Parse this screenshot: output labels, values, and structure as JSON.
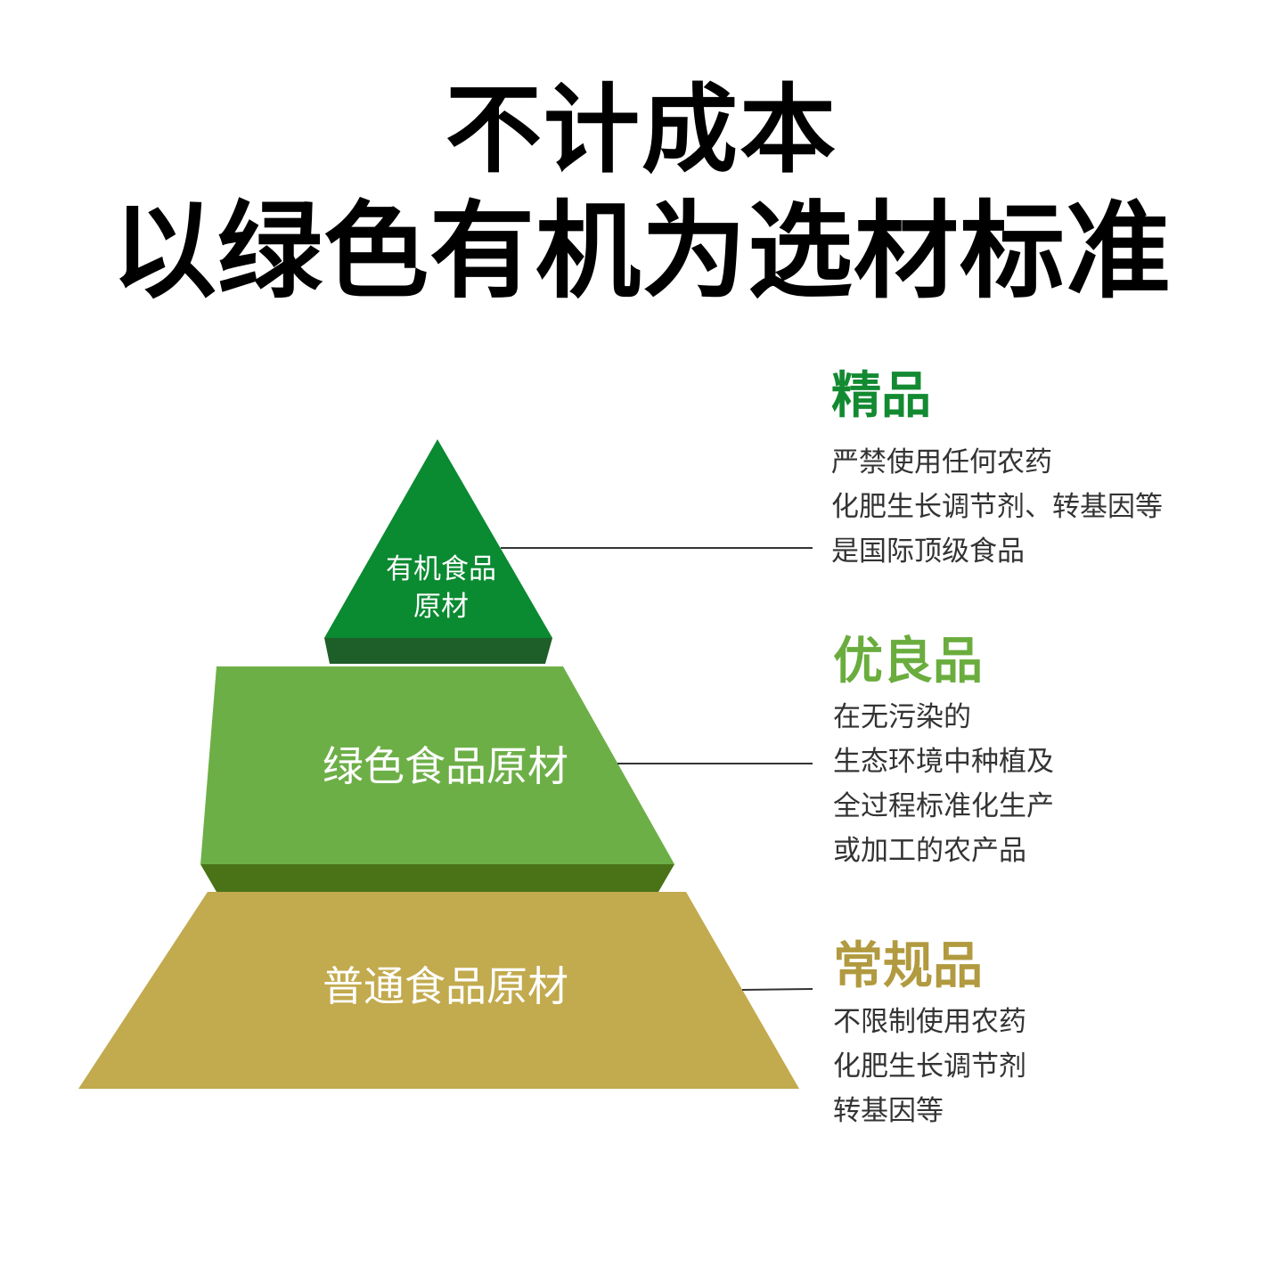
{
  "header": {
    "line1": "不计成本",
    "line2": "以绿色有机为选材标准"
  },
  "pyramid": {
    "tiers": [
      {
        "label_line1": "有机食品",
        "label_line2": "原材",
        "color": "#0a8a31",
        "shade_color": "#1e5e29"
      },
      {
        "label": "绿色食品原材",
        "color": "#6daf47",
        "shade_color": "#4a7317"
      },
      {
        "label": "普通食品原材",
        "color": "#c2aa4e"
      }
    ],
    "connector_color": "#333333"
  },
  "descriptions": [
    {
      "title": "精品",
      "color": "#138a32",
      "lines": [
        "严禁使用任何农药",
        "化肥生长调节剂、转基因等",
        "是国际顶级食品"
      ]
    },
    {
      "title": "优良品",
      "color": "#6aad3e",
      "lines": [
        "在无污染的",
        "生态环境中种植及",
        "全过程标准化生产",
        "或加工的农产品"
      ]
    },
    {
      "title": "常规品",
      "color": "#b19a3f",
      "lines": [
        "不限制使用农药",
        "化肥生长调节剂",
        "转基因等"
      ]
    }
  ]
}
